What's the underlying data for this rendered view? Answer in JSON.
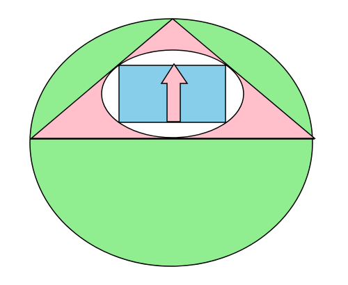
{
  "diagram": {
    "colors": {
      "background": "#ffffff",
      "outer_ellipse_fill": "#90ee90",
      "triangle_fill": "#ffc0cb",
      "inner_ellipse_fill": "#ffffff",
      "rectangle_fill": "#87ceeb",
      "arrow_fill": "#ffc0cb",
      "stroke": "#000000"
    },
    "shapes": [
      "outer-ellipse",
      "horizontal-chord-line",
      "triangle",
      "inner-ellipse",
      "rectangle",
      "up-arrow"
    ],
    "arrow_direction": "up"
  }
}
